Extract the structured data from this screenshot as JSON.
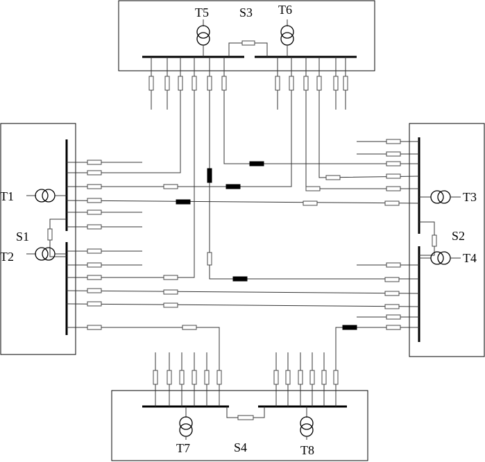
{
  "stations": [
    {
      "id": "s1",
      "label": "S1"
    },
    {
      "id": "s2",
      "label": "S2"
    },
    {
      "id": "s3",
      "label": "S3"
    },
    {
      "id": "s4",
      "label": "S4"
    }
  ],
  "transformers": [
    {
      "id": "t1",
      "label": "T1"
    },
    {
      "id": "t2",
      "label": "T2"
    },
    {
      "id": "t3",
      "label": "T3"
    },
    {
      "id": "t4",
      "label": "T4"
    },
    {
      "id": "t5",
      "label": "T5"
    },
    {
      "id": "t6",
      "label": "T6"
    },
    {
      "id": "t7",
      "label": "T7"
    },
    {
      "id": "t8",
      "label": "T8"
    }
  ]
}
